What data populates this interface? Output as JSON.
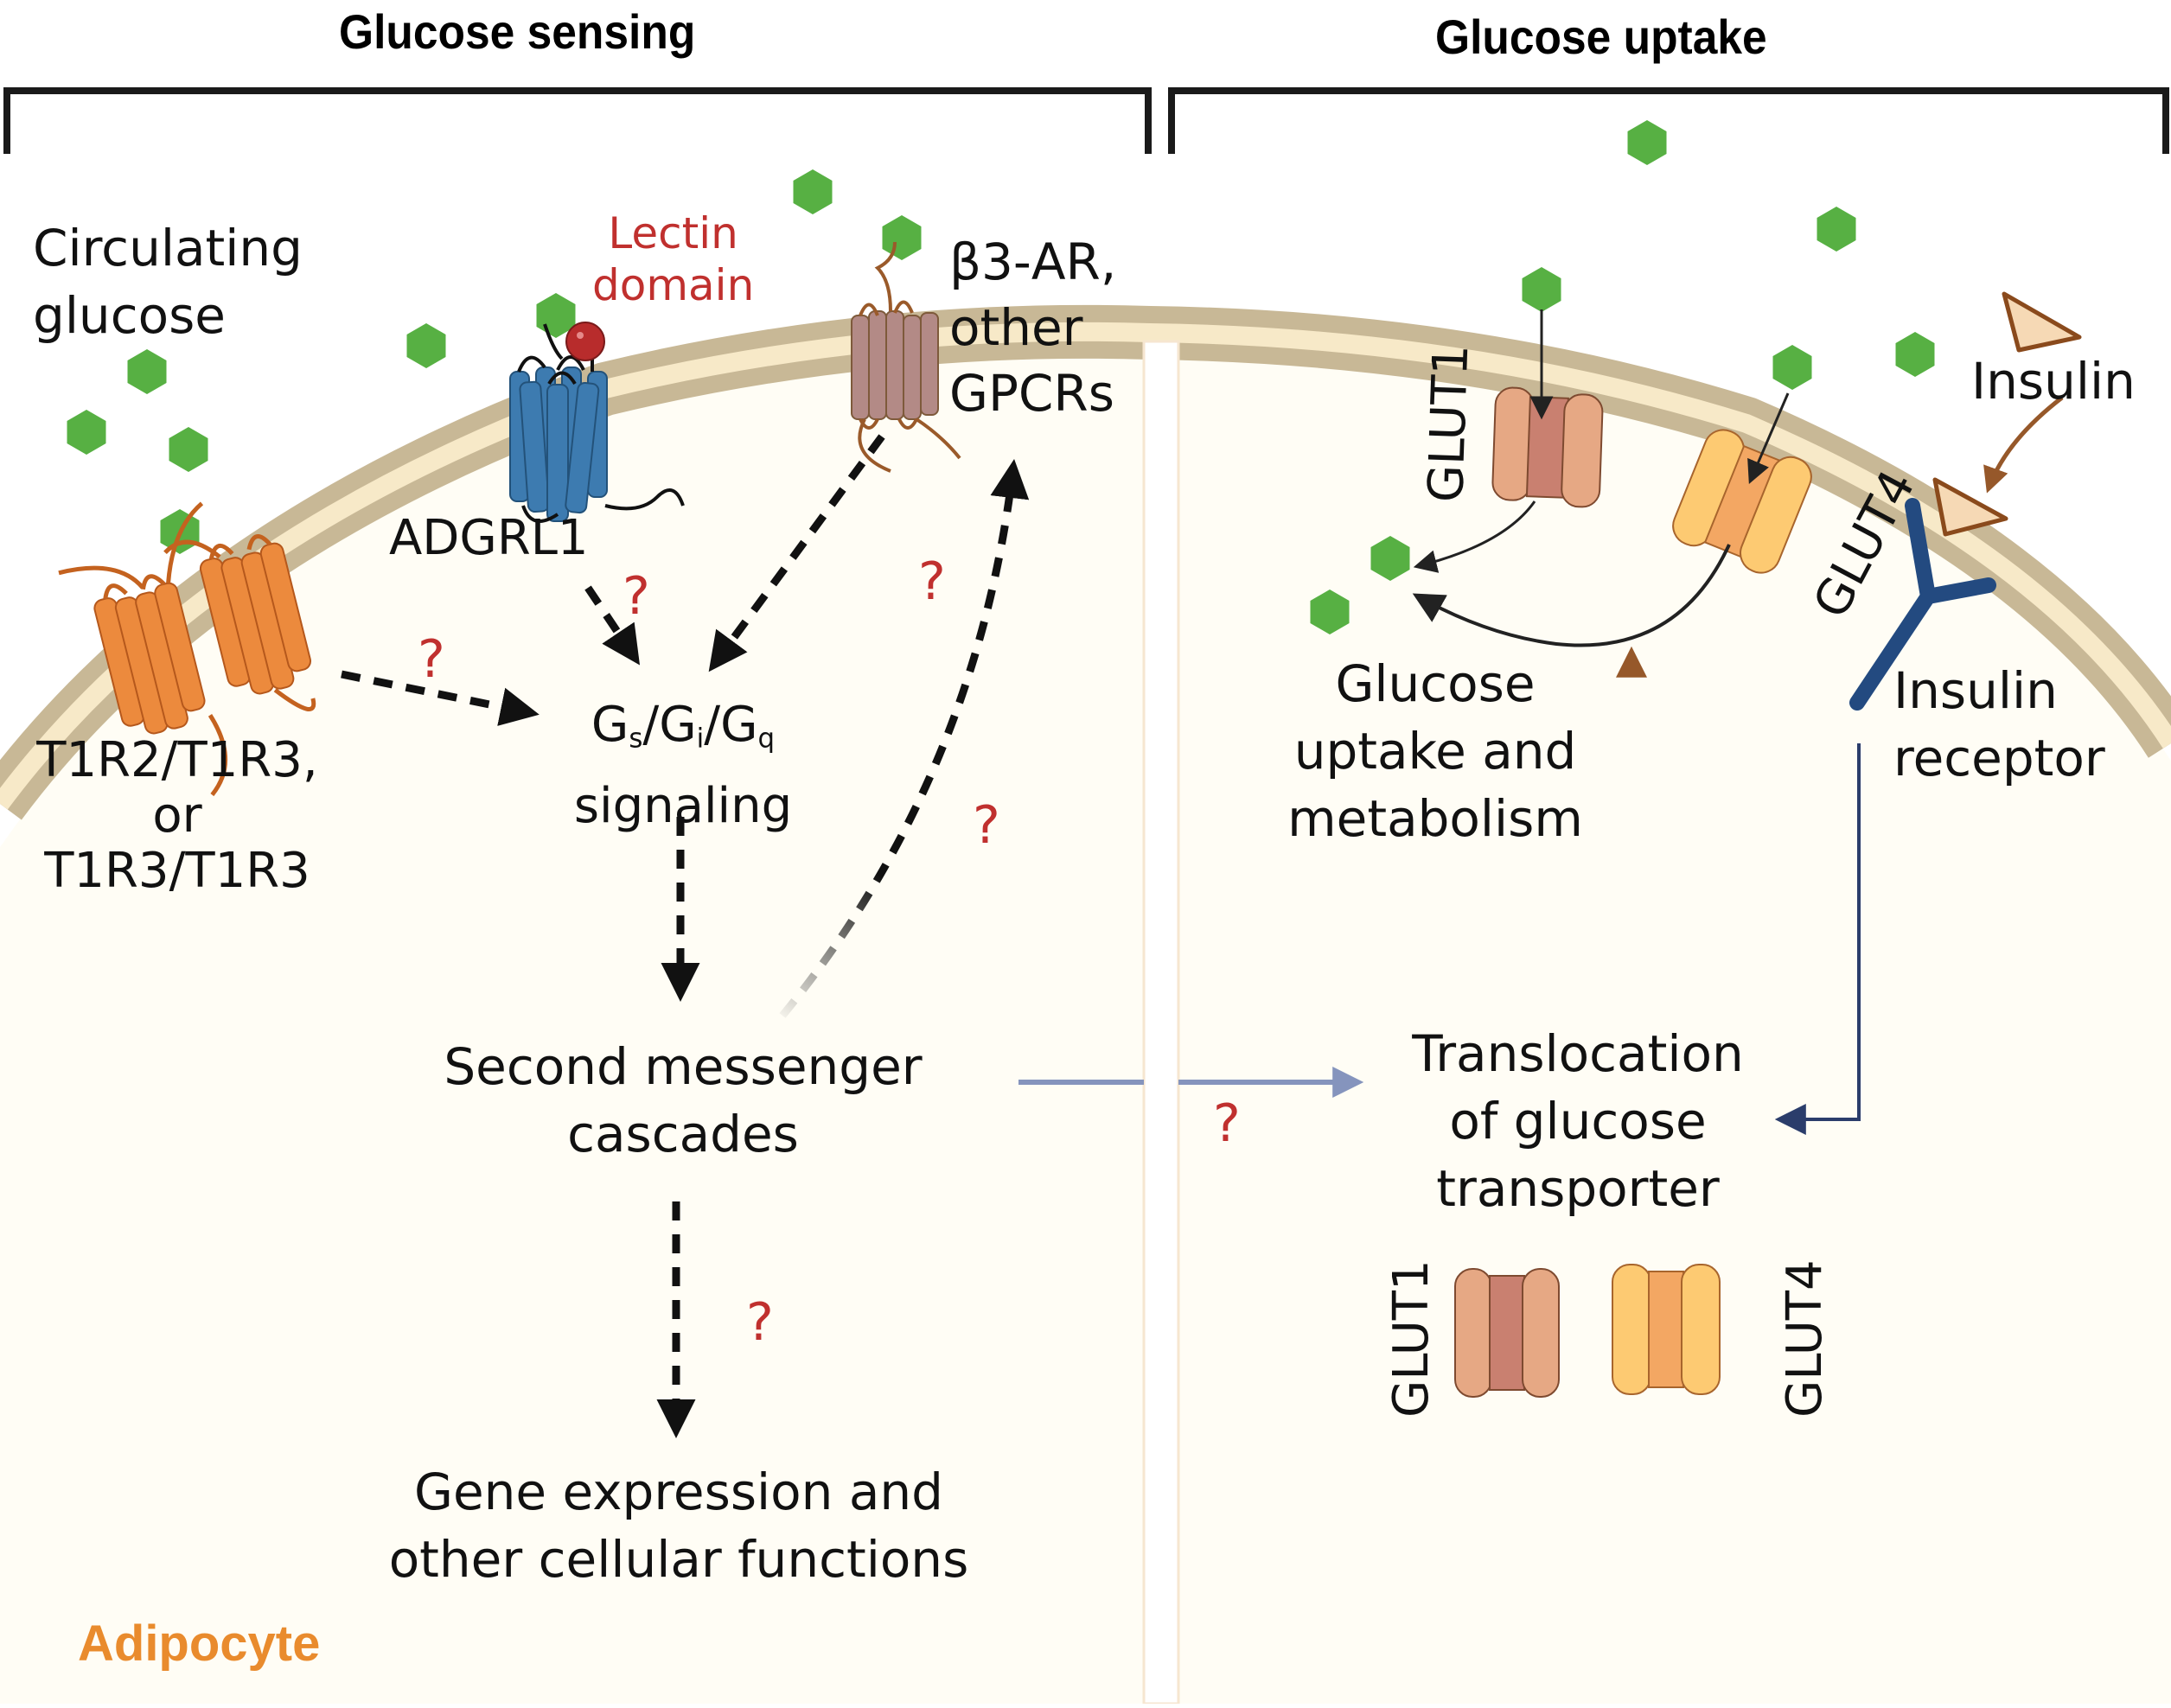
{
  "sections": {
    "left_title": "Glucose sensing",
    "right_title": "Glucose uptake"
  },
  "labels": {
    "circulating_glucose": [
      "Circulating",
      "glucose"
    ],
    "lectin_domain": [
      "Lectin",
      "domain"
    ],
    "beta3_ar": [
      "β3-AR,",
      "other",
      "GPCRs"
    ],
    "adgrl1": "ADGRL1",
    "t1r": [
      "T1R2/T1R3,",
      "or",
      "T1R3/T1R3"
    ],
    "g_signaling": {
      "g1": "G",
      "s": "s",
      "sep1": "/",
      "g2": "G",
      "i": "i",
      "sep2": "/",
      "g3": "G",
      "q": "q",
      "line2": "signaling"
    },
    "second_messenger": [
      "Second messenger",
      "cascades"
    ],
    "gene_expression": [
      "Gene expression and",
      "other cellular functions"
    ],
    "cell_type": "Adipocyte",
    "glut1_membrane": "GLUT1",
    "glut4_membrane": "GLUT4",
    "insulin": "Insulin",
    "insulin_receptor": [
      "Insulin",
      "receptor"
    ],
    "glucose_uptake_metabolism": [
      "Glucose",
      "uptake and",
      "metabolism"
    ],
    "translocation": [
      "Translocation",
      "of glucose",
      "transporter"
    ],
    "glut1_vesicle": "GLUT1",
    "glut4_vesicle": "GLUT4",
    "unknown_marker": "?"
  },
  "colors": {
    "glucose": "#57b043",
    "membrane_outer": "#c8b896",
    "membrane_inner": "#f7e9c8",
    "cytoplasm": "#fffdf5",
    "t1r_receptor": "#ec8a3d",
    "adgrl1_receptor": "#3d7bb0",
    "lectin_ball": "#b82c2c",
    "gpcr_receptor": "#b38a86",
    "glut1": "#e6a884",
    "glut1_core": "#c98070",
    "glut4": "#fdca72",
    "glut4_core": "#f3a763",
    "insulin": "#f6d9b5",
    "insulin_receptor": "#234a80",
    "translocation_arrow": "#8594bd",
    "brown_arrow": "#96582a",
    "question_mark": "#c0302e",
    "cell_label": "#e98b2d"
  }
}
